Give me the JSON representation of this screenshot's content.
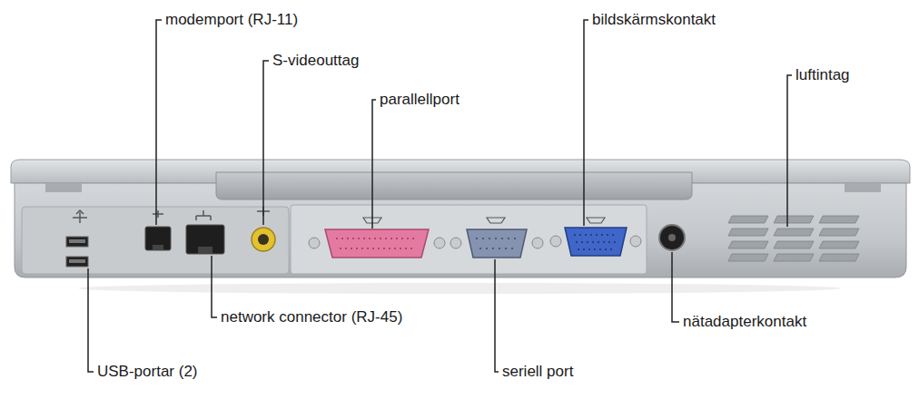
{
  "diagram": {
    "labels": [
      "modemport (RJ-11)",
      "S-videouttag",
      "parallellport",
      "bildskärmskontakt",
      "luftintag",
      "network connector (RJ-45)",
      "USB-portar (2)",
      "seriell port",
      "nätadapterkontakt"
    ]
  }
}
